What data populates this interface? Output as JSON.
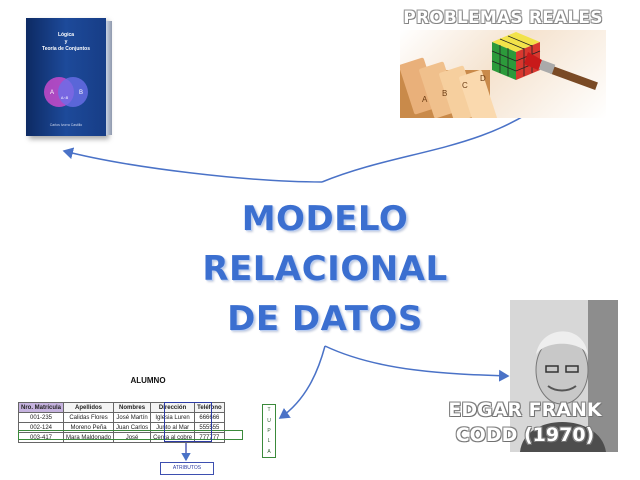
{
  "center_title": {
    "line1": "MODELO",
    "line2": "RELACIONAL",
    "line3": "DE DATOS"
  },
  "book": {
    "title_line1": "Lógica",
    "title_line2": "y",
    "title_line3": "Teoría de Conjuntos",
    "venn_a": "A",
    "venn_b": "B",
    "venn_overlap": "A∩B",
    "author": "Carlos Ivorra Castillo"
  },
  "problems": {
    "title": "PROBLEMAS REALES",
    "tab_letters": [
      "A",
      "B",
      "C",
      "D"
    ]
  },
  "codd": {
    "caption_line1": "EDGAR FRANK",
    "caption_line2": "CODD (1970)"
  },
  "table": {
    "caption": "ALUMNO",
    "headers": [
      "Nro. Matrícula",
      "Apellidos",
      "Nombres",
      "Dirección",
      "Teléfono"
    ],
    "rows": [
      [
        "001-235",
        "Calidas Flores",
        "José Martín",
        "Iglesia Luren",
        "666666"
      ],
      [
        "002-124",
        "Moreno Peña",
        "Juan Carlos",
        "Junto al Mar",
        "555555"
      ],
      [
        "003-417",
        "Mara Maldonado",
        "José",
        "Cerca al cobre",
        "777777"
      ]
    ],
    "tupla_label": [
      "T",
      "U",
      "P",
      "L",
      "A"
    ],
    "atributos_label": "ATRIBUTOS"
  },
  "colors": {
    "title_blue": "#3b6fd0",
    "arrow_blue": "#4a72c7",
    "tupla_green": "#3b8a3b",
    "atributos_blue": "#2b3aa3"
  }
}
